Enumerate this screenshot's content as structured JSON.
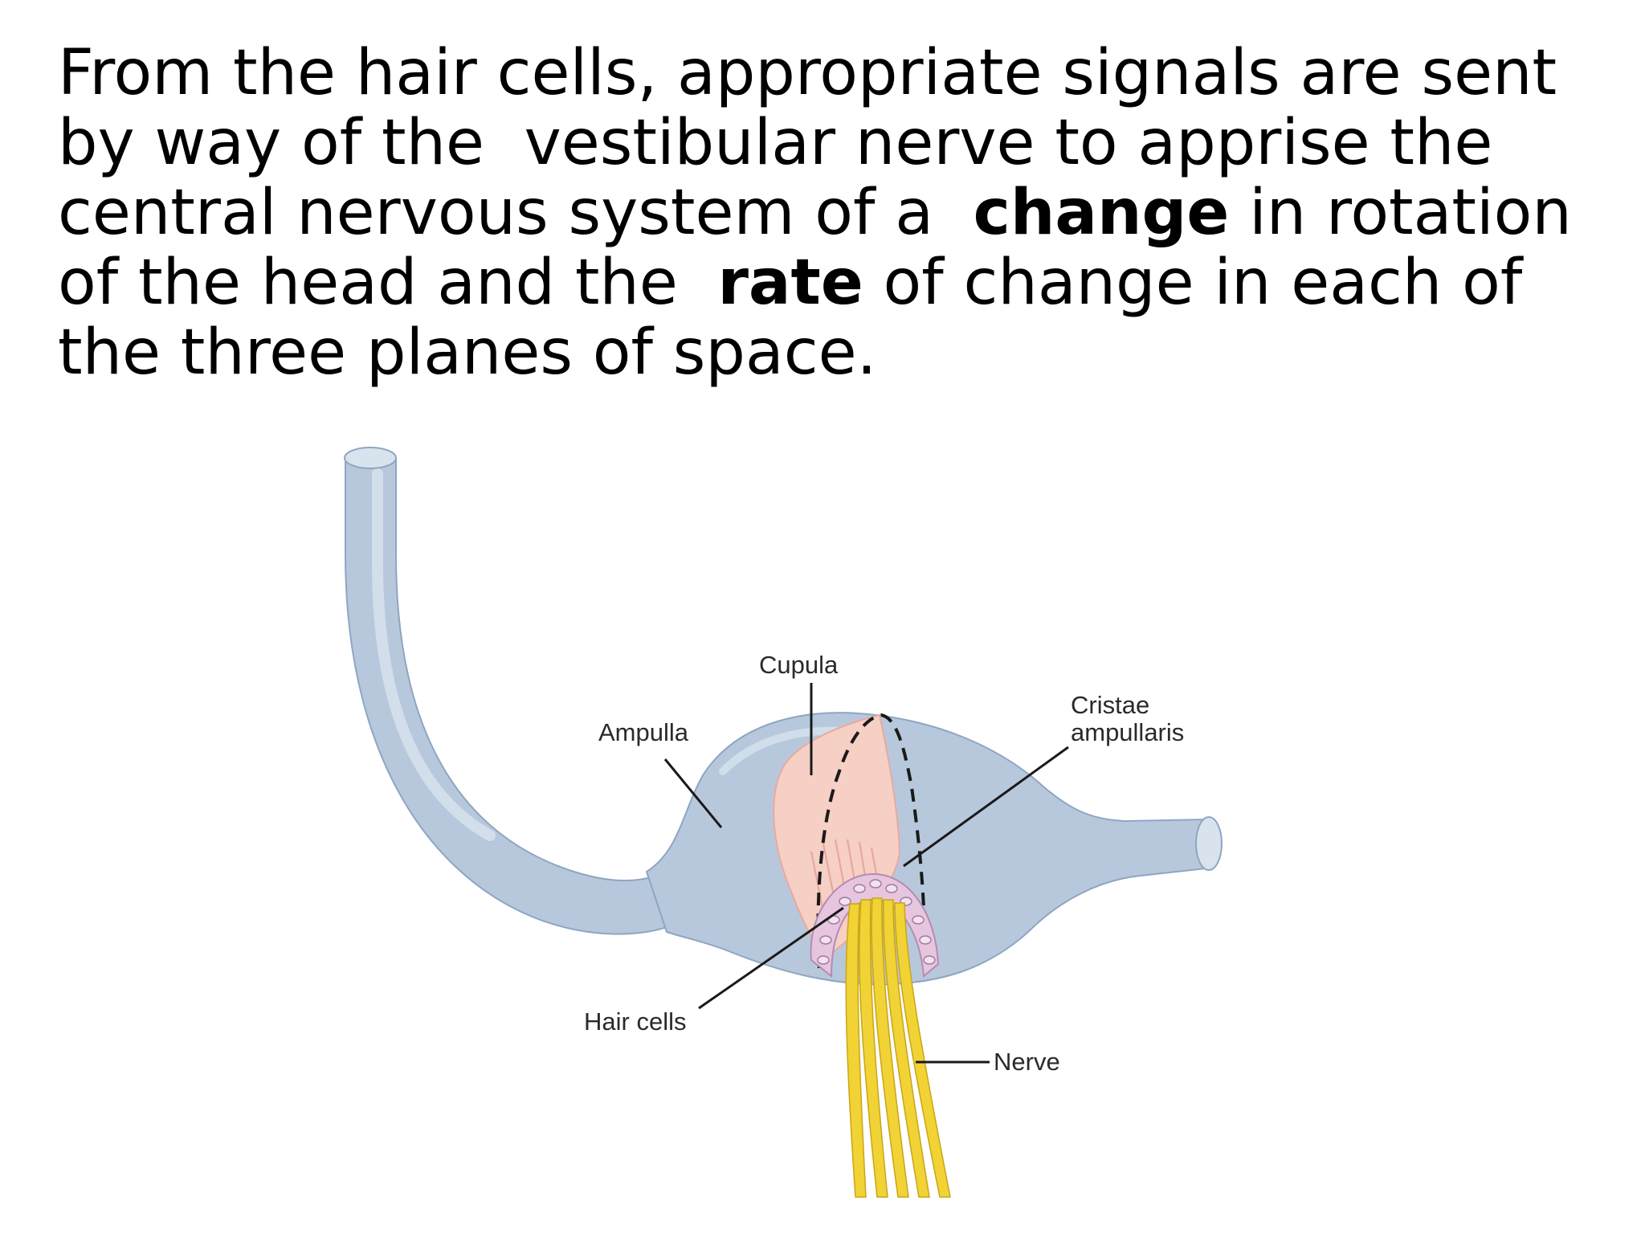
{
  "paragraph": {
    "line1": "From the hair cells, appropriate signals are sent",
    "line2": "by way of the  vestibular nerve to apprise the",
    "line3_pre": "central nervous system of a  ",
    "line3_bold": "change",
    "line3_post": " in rotation",
    "line4_pre": "of the head and the  ",
    "line4_bold": "rate",
    "line4_post": " of change in each of",
    "line5": "the three planes of space."
  },
  "diagram": {
    "labels": {
      "cupula": "Cupula",
      "ampulla": "Ampulla",
      "cristae_line1": "Cristae",
      "cristae_line2": "ampullaris",
      "hair_cells": "Hair cells",
      "nerve": "Nerve"
    },
    "colors": {
      "canal": "#b7c8dc",
      "canal_outline": "#8ea6c2",
      "cupula": "#f6cfc5",
      "hair_cells": "#e6c6df",
      "nerve": "#f2d335"
    }
  }
}
